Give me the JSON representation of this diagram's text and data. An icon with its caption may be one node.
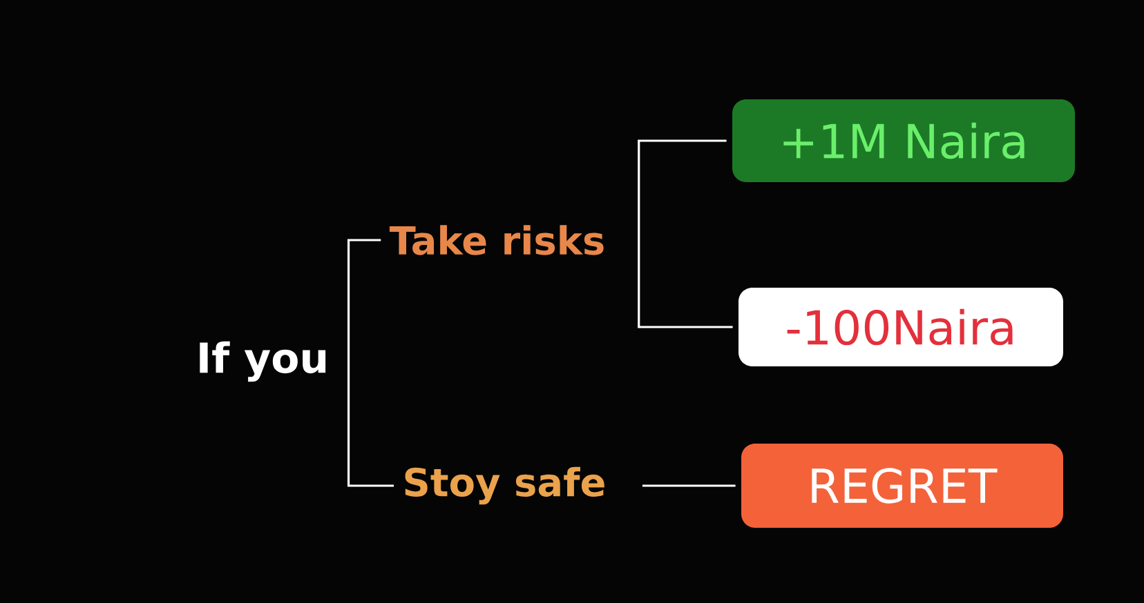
{
  "diagram": {
    "nodes": [
      {
        "text": [
          "If you"
        ]
      },
      {
        "text": [
          "Take risks"
        ]
      },
      {
        "text": [
          "Stoy safe"
        ]
      },
      {
        "text": [
          "+1M Naira"
        ]
      },
      {
        "text": [
          "-100Naira"
        ]
      },
      {
        "text": [
          "REGRET"
        ]
      }
    ],
    "edges": [
      {
        "from": 0,
        "to": 1,
        "arrow": "none"
      },
      {
        "from": 0,
        "to": 2,
        "arrow": "none"
      },
      {
        "from": 1,
        "to": 3,
        "arrow": "none"
      },
      {
        "from": 1,
        "to": 4,
        "arrow": "none"
      },
      {
        "from": 2,
        "to": 5,
        "arrow": "none"
      }
    ]
  }
}
